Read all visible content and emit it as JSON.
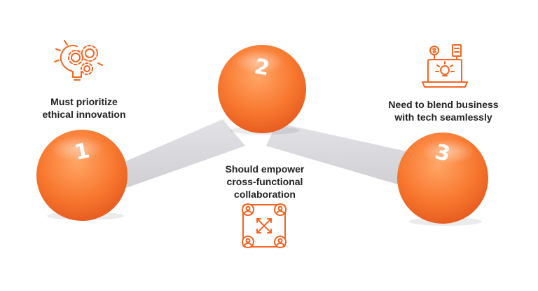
{
  "colors": {
    "accent": "#f26522",
    "ball_light": "#ff9a55",
    "ball_dark": "#e8561c",
    "connector": "#d7d7dc",
    "text": "#222222"
  },
  "steps": [
    {
      "number": "1",
      "caption": "Must prioritize\nethical innovation",
      "icon": "lightbulb-gears-icon"
    },
    {
      "number": "2",
      "caption": "Should empower\ncross-functional\ncollaboration",
      "icon": "team-network-icon"
    },
    {
      "number": "3",
      "caption": "Need to blend business\nwith tech seamlessly",
      "icon": "laptop-idea-icon"
    }
  ]
}
